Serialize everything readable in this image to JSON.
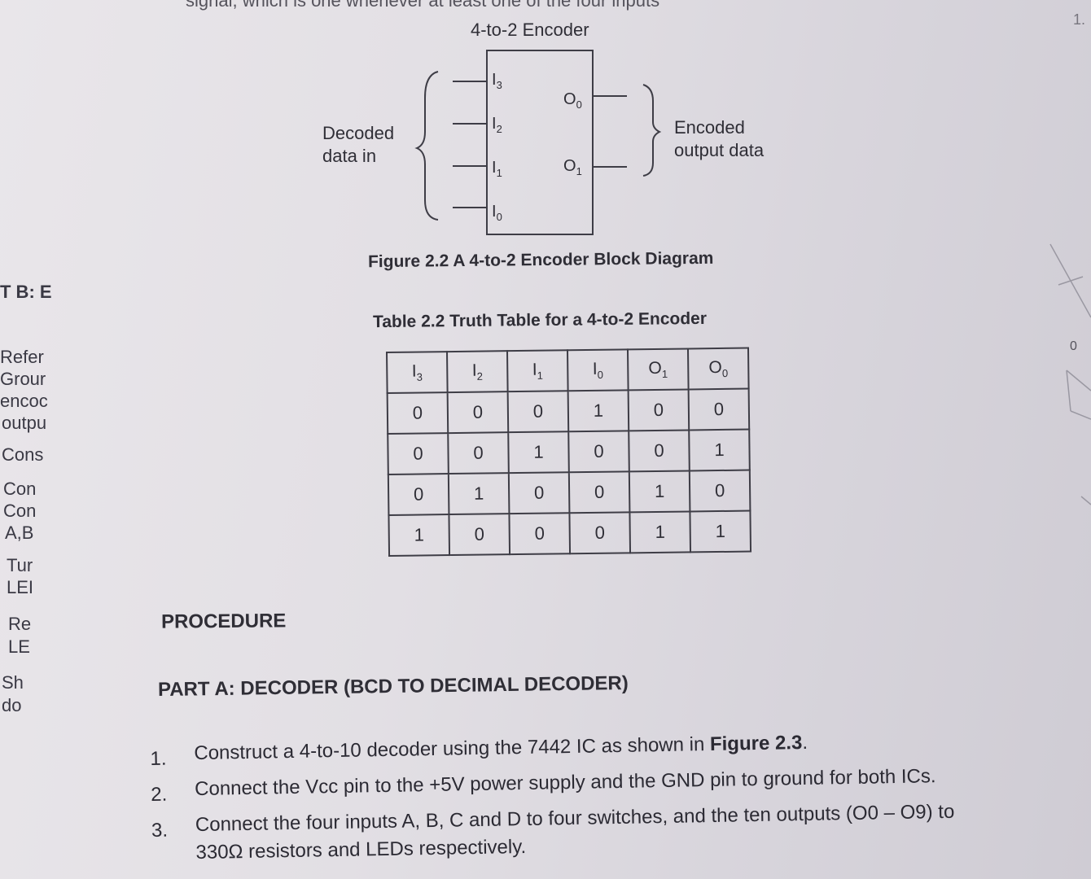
{
  "top_text": "signal, which is one whenever at least one of the four inputs",
  "page_corner": "1.",
  "diagram": {
    "title": "4-to-2 Encoder",
    "inputs_label_line1": "Decoded",
    "inputs_label_line2": "data in",
    "outputs_label_line1": "Encoded",
    "outputs_label_line2": "output data",
    "input_pins": [
      "I3",
      "I2",
      "I1",
      "I0"
    ],
    "output_pins": [
      "O0",
      "O1"
    ]
  },
  "figure_caption": "Figure 2.2 A 4-to-2 Encoder Block Diagram",
  "table_caption": "Table 2.2 Truth Table for a 4-to-2 Encoder",
  "truth_table": {
    "headers": [
      {
        "base": "I",
        "sub": "3"
      },
      {
        "base": "I",
        "sub": "2"
      },
      {
        "base": "I",
        "sub": "1"
      },
      {
        "base": "I",
        "sub": "0"
      },
      {
        "base": "O",
        "sub": "1"
      },
      {
        "base": "O",
        "sub": "0"
      }
    ],
    "rows": [
      [
        "0",
        "0",
        "0",
        "1",
        "0",
        "0"
      ],
      [
        "0",
        "0",
        "1",
        "0",
        "0",
        "1"
      ],
      [
        "0",
        "1",
        "0",
        "0",
        "1",
        "0"
      ],
      [
        "1",
        "0",
        "0",
        "0",
        "1",
        "1"
      ]
    ]
  },
  "left_margin": {
    "heading": "T B: E",
    "fragments": [
      "Refer",
      "Grour",
      "encoc",
      "outpu",
      "Cons",
      "Con",
      "Con",
      "A,B",
      "Tur",
      "LEI",
      "Re",
      "LE",
      "Sh",
      "do"
    ]
  },
  "procedure_heading": "PROCEDURE",
  "part_a_heading": "PART A: DECODER (BCD TO DECIMAL DECODER)",
  "steps": [
    {
      "num": "1.",
      "text": "Construct a 4-to-10 decoder using the 7442 IC as shown in ",
      "bold": "Figure 2.3",
      "after": "."
    },
    {
      "num": "2.",
      "text": "Connect the Vcc pin to the +5V power supply and the GND pin to ground for both ICs."
    },
    {
      "num": "3.",
      "text": "Connect the four inputs A, B, C and D to four switches, and the ten outputs (O0 – O9) to",
      "cont": "330Ω resistors and LEDs respectively."
    }
  ],
  "right_edge_digit": "0"
}
